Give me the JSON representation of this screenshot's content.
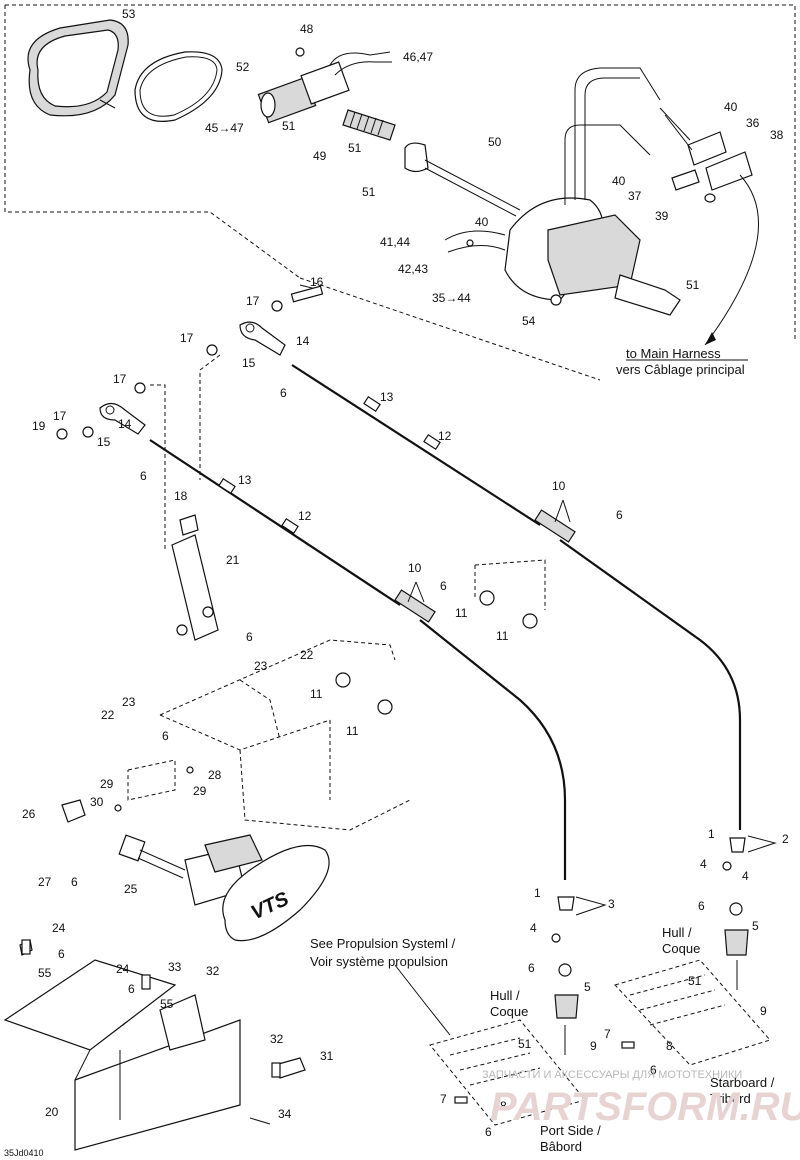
{
  "diagram": {
    "code": "35Jd0410",
    "note_main_harness": [
      "to Main Harness",
      "vers Câblage principal"
    ],
    "note_propulsion": [
      "See Propulsion Systeml /",
      "Voir système propulsion"
    ],
    "note_port": [
      "Port Side /",
      "Bâbord"
    ],
    "note_starboard": [
      "Starboard /",
      "Tribord"
    ],
    "note_hull_left": [
      "Hull /",
      "Coque"
    ],
    "note_hull_right": [
      "Hull /",
      "Coque"
    ],
    "logo_text": "VTS",
    "watermark_text": "ЗАПЧАСТИ И АКСЕССУАРЫ ДЛЯ МОТОТЕХНИКИ",
    "watermark_logo": "PARTSFORM.RU",
    "callouts": [
      "53",
      "52",
      "48",
      "46,47",
      "45→47",
      "51",
      "49",
      "51",
      "50",
      "51",
      "40",
      "36",
      "38",
      "40",
      "37",
      "39",
      "41,44",
      "42,43",
      "40",
      "35→44",
      "54",
      "51",
      "16",
      "17",
      "17",
      "15",
      "14",
      "6",
      "17",
      "17",
      "19",
      "15",
      "14",
      "6",
      "13",
      "12",
      "13",
      "12",
      "10",
      "6",
      "10",
      "6",
      "11",
      "11",
      "18",
      "21",
      "6",
      "22",
      "23",
      "11",
      "11",
      "23",
      "22",
      "6",
      "29",
      "28",
      "30",
      "29",
      "26",
      "27",
      "6",
      "25",
      "24",
      "6",
      "55",
      "24",
      "6",
      "33",
      "32",
      "55",
      "32",
      "31",
      "20",
      "34",
      "1",
      "4",
      "6",
      "5",
      "3",
      "51",
      "9",
      "7",
      "8",
      "6",
      "1",
      "2",
      "4",
      "4",
      "6",
      "5",
      "51",
      "9",
      "7",
      "8",
      "6"
    ]
  }
}
